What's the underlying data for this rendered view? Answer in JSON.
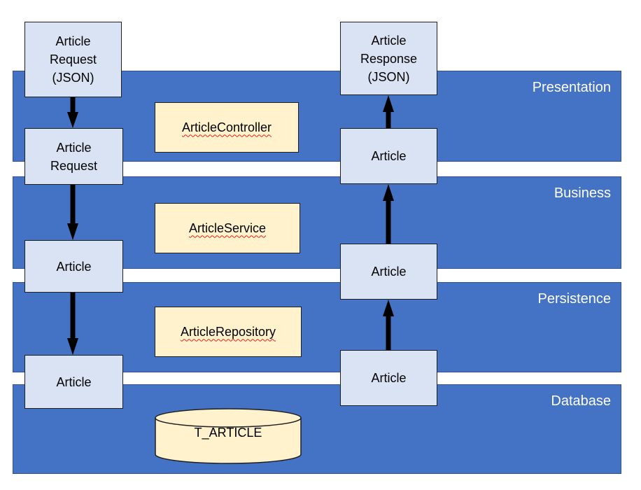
{
  "layers": {
    "presentation": "Presentation",
    "business": "Business",
    "persistence": "Persistence",
    "database": "Database"
  },
  "left_flow": {
    "request_json": "Article\nRequest\n(JSON)",
    "request": "Article\nRequest",
    "business_article": "Article",
    "persistence_article": "Article"
  },
  "right_flow": {
    "response_json": "Article\nResponse\n(JSON)",
    "presentation_article": "Article",
    "business_article": "Article",
    "persistence_article": "Article"
  },
  "components": {
    "controller": "ArticleController",
    "service": "ArticleService",
    "repository": "ArticleRepository"
  },
  "database": {
    "table": "T_ARTICLE"
  },
  "colors": {
    "layer_fill": "#4472c4",
    "layer_text": "#ffffff",
    "object_box_fill": "#dae3f3",
    "component_fill": "#fff2cc",
    "arrow": "#000000",
    "spellcheck_underline": "#e0201b"
  }
}
